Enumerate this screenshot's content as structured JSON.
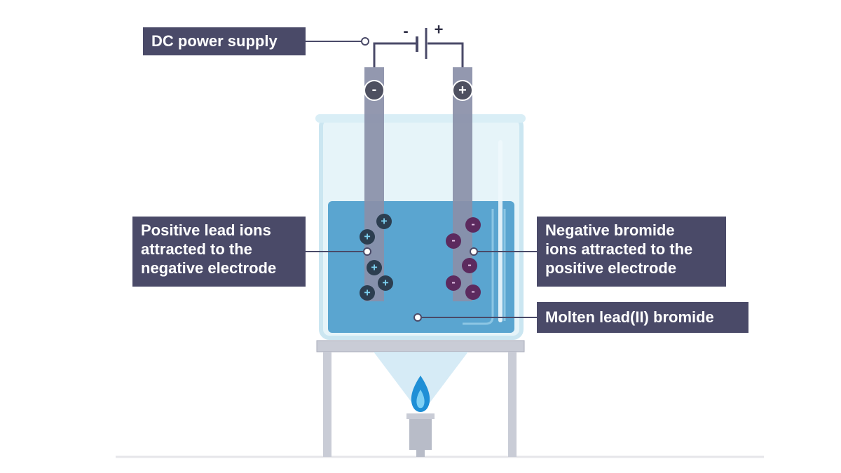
{
  "labels": {
    "power_supply": "DC power supply",
    "positive_ions": [
      "Positive lead ions",
      "attracted to the",
      "negative electrode"
    ],
    "negative_ions": [
      "Negative bromide",
      "ions attracted to the",
      "positive electrode"
    ],
    "molten": "Molten lead(II) bromide"
  },
  "symbols": {
    "battery_negative": "-",
    "battery_positive": "+",
    "cathode_sign": "-",
    "anode_sign": "+",
    "cation_sign": "+",
    "anion_sign": "-"
  },
  "icons": {
    "battery": "battery-symbol-icon",
    "flame": "bunsen-flame-icon"
  },
  "colors": {
    "label_bg": "#4a4a68",
    "liquid": "#5aa5d0",
    "beaker": "#d3ecf5",
    "electrode": "#8a8fa8",
    "cation": "#2c3e50",
    "anion": "#5c2a5e",
    "flame": "#1f8fd6"
  }
}
